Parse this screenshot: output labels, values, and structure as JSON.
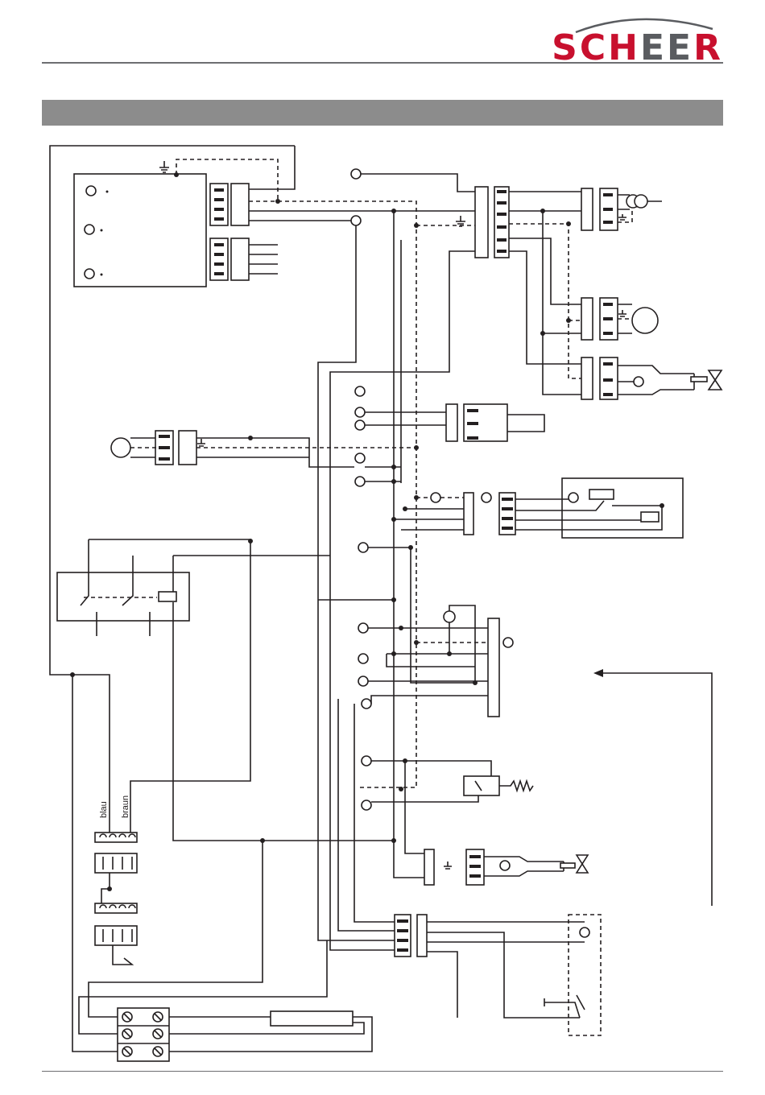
{
  "brand": {
    "logo_text_part1": "SCH",
    "logo_text_part2": "EE",
    "logo_text_part3": "R",
    "primary_color": "#c8102e",
    "secondary_color": "#5a5c60"
  },
  "band_color": "#8c8c8c",
  "wire_labels": {
    "blue": "blau",
    "brown": "braun"
  }
}
